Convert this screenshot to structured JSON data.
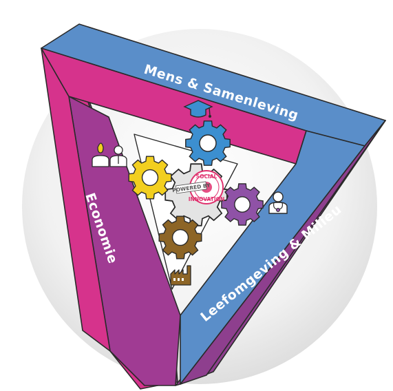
{
  "diagram": {
    "labels": {
      "top": "Mens & Samenleving",
      "left": "Economie",
      "bottom": "Leefomgeving & Milieu"
    },
    "stamp": {
      "powered_by": "POWERED BY",
      "social": "SOCIAL",
      "innovation": "INNOVATION"
    },
    "icons": [
      "graduation-cap-icon",
      "people-icon",
      "doctor-icon",
      "factory-icon",
      "blue-gear-icon",
      "yellow-gear-icon",
      "grey-gear-icon",
      "purple-gear-icon",
      "brown-gear-icon"
    ],
    "colors": {
      "magenta": "#d6338c",
      "purple": "#8e3f8e",
      "blue": "#5a8ec9",
      "gear_yellow": "#f2cf1f",
      "gear_blue": "#3c8fd0",
      "gear_purple": "#8f52a6",
      "gear_brown": "#8d6526",
      "gear_grey": "#e4e4e4",
      "stamp_pink": "#e0316e"
    }
  }
}
